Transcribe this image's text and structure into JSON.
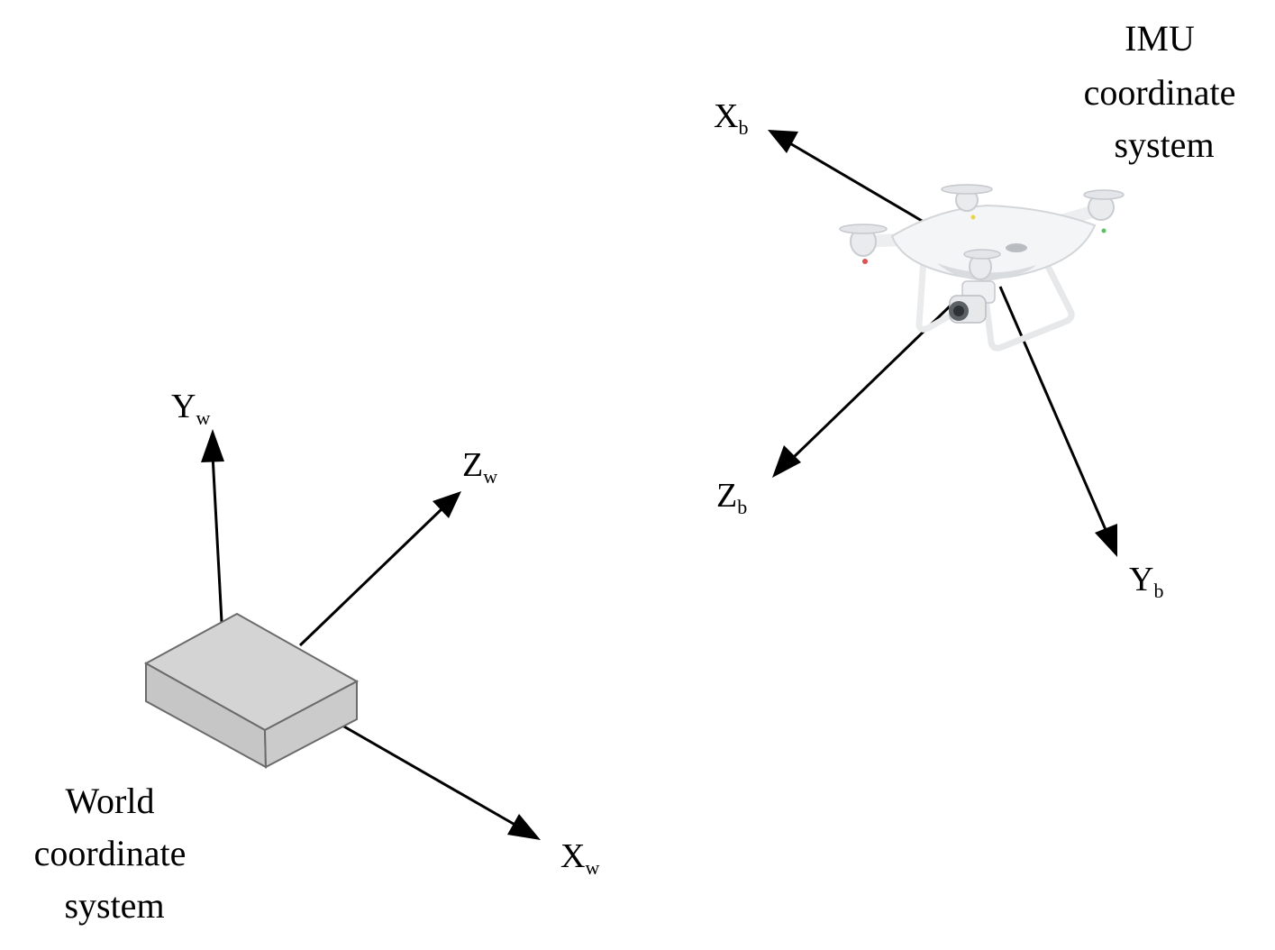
{
  "world": {
    "caption_lines": [
      "World",
      "coordinate",
      "system"
    ],
    "axes": {
      "x": {
        "letter": "X",
        "sub": "w"
      },
      "y": {
        "letter": "Y",
        "sub": "w"
      },
      "z": {
        "letter": "Z",
        "sub": "w"
      }
    }
  },
  "imu": {
    "caption_lines": [
      "IMU",
      "coordinate",
      "system"
    ],
    "axes": {
      "x": {
        "letter": "X",
        "sub": "b"
      },
      "y": {
        "letter": "Y",
        "sub": "b"
      },
      "z": {
        "letter": "Z",
        "sub": "b"
      }
    }
  },
  "colors": {
    "box_face": "#c9c9c9",
    "box_top": "#d2d2d2",
    "box_edge": "#6b6b6b",
    "drone_body": "#f4f5f6",
    "drone_shade": "#d9dcdf",
    "axis": "#000000"
  }
}
